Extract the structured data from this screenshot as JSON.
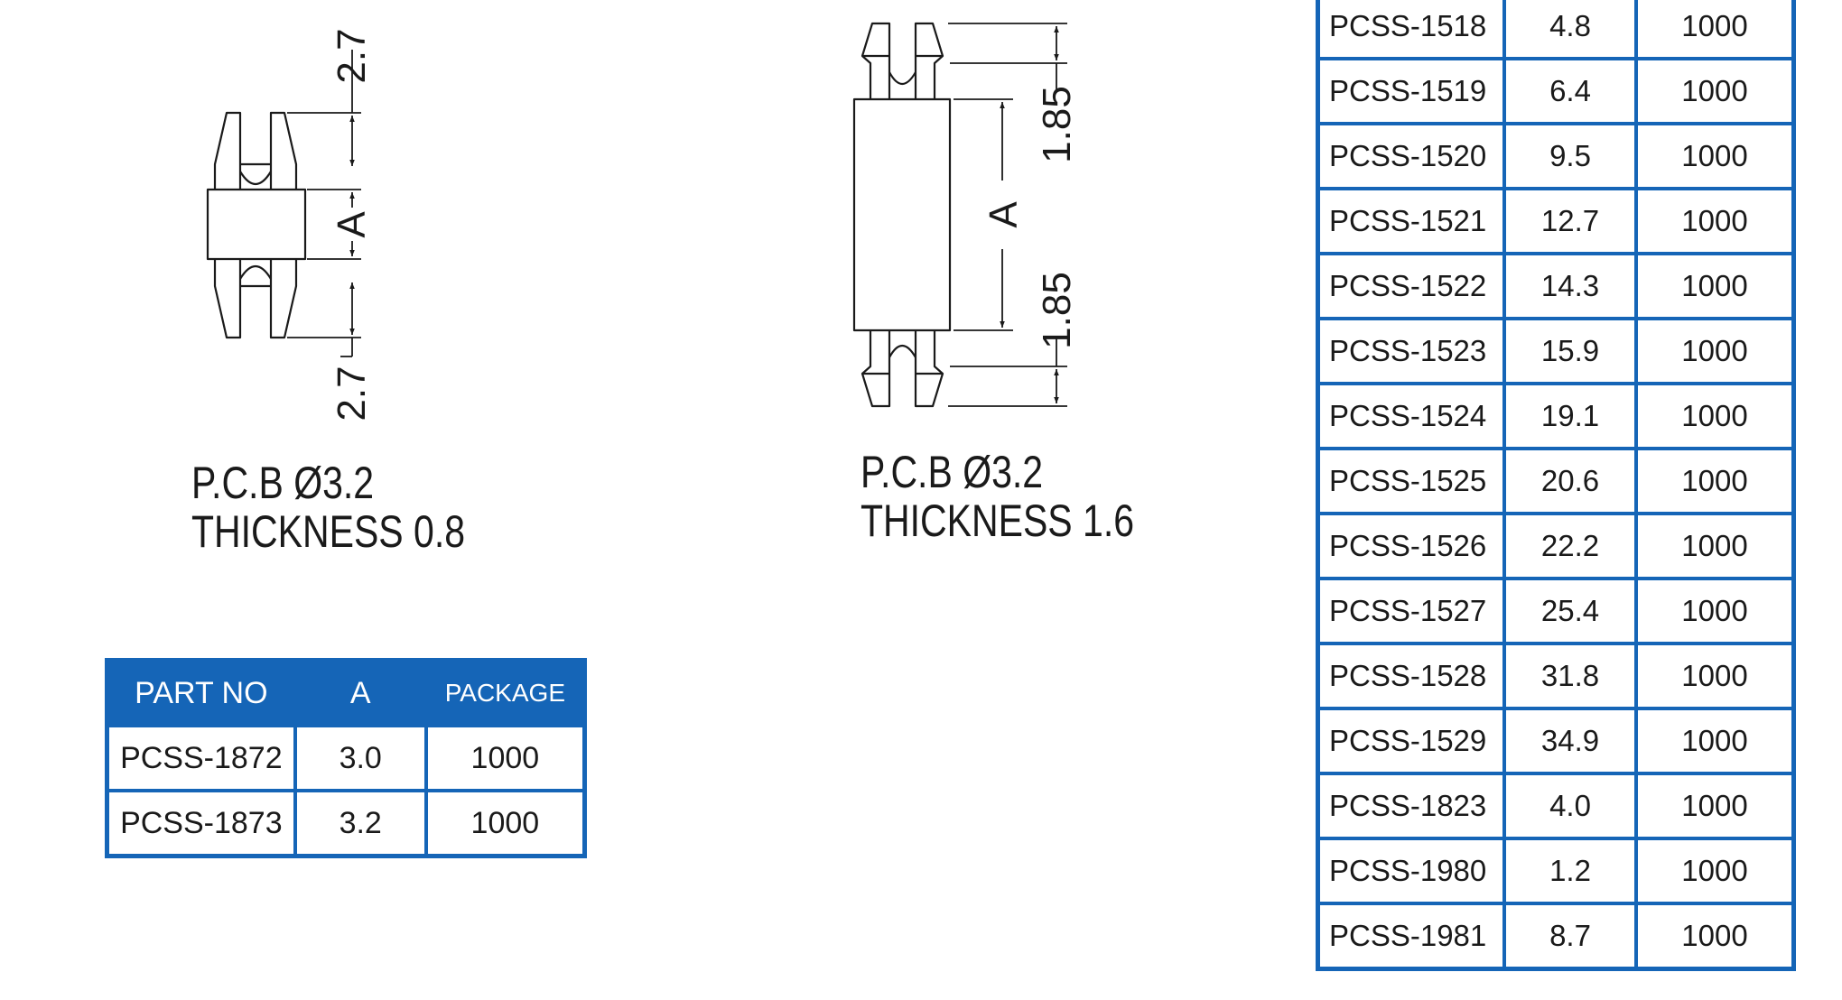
{
  "drawing_left": {
    "dim_top": "2.7",
    "dim_mid": "A",
    "dim_bottom": "2.7",
    "note_line1": "P.C.B  Ø3.2",
    "note_line2": "THICKNESS  0.8"
  },
  "drawing_right": {
    "dim_top": "1.85",
    "dim_mid": "A",
    "dim_bottom": "1.85",
    "note_line1": "P.C.B  Ø3.2",
    "note_line2": "THICKNESS  1.6"
  },
  "table_left": {
    "headers": [
      "PART NO",
      "A",
      "PACKAGE"
    ],
    "rows": [
      [
        "PCSS-1872",
        "3.0",
        "1000"
      ],
      [
        "PCSS-1873",
        "3.2",
        "1000"
      ]
    ]
  },
  "table_right": {
    "rows": [
      [
        "PCSS-1518",
        "4.8",
        "1000"
      ],
      [
        "PCSS-1519",
        "6.4",
        "1000"
      ],
      [
        "PCSS-1520",
        "9.5",
        "1000"
      ],
      [
        "PCSS-1521",
        "12.7",
        "1000"
      ],
      [
        "PCSS-1522",
        "14.3",
        "1000"
      ],
      [
        "PCSS-1523",
        "15.9",
        "1000"
      ],
      [
        "PCSS-1524",
        "19.1",
        "1000"
      ],
      [
        "PCSS-1525",
        "20.6",
        "1000"
      ],
      [
        "PCSS-1526",
        "22.2",
        "1000"
      ],
      [
        "PCSS-1527",
        "25.4",
        "1000"
      ],
      [
        "PCSS-1528",
        "31.8",
        "1000"
      ],
      [
        "PCSS-1529",
        "34.9",
        "1000"
      ],
      [
        "PCSS-1823",
        "4.0",
        "1000"
      ],
      [
        "PCSS-1980",
        "1.2",
        "1000"
      ],
      [
        "PCSS-1981",
        "8.7",
        "1000"
      ]
    ]
  }
}
